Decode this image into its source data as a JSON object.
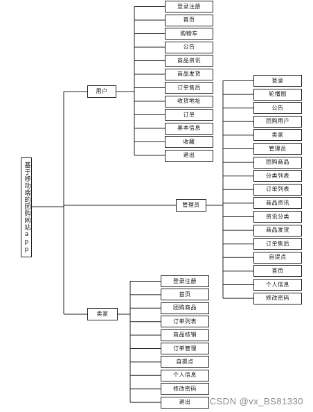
{
  "diagram": {
    "root_label": "基于移动端的团购网站app",
    "branches": [
      {
        "label": "用户",
        "items": [
          "登录注册",
          "首页",
          "购物车",
          "公告",
          "商品资讯",
          "商品发货",
          "订单售后",
          "收货地址",
          "订单",
          "基本信息",
          "收藏",
          "退出"
        ]
      },
      {
        "label": "管理员",
        "items": [
          "登录",
          "轮播图",
          "公告",
          "团购用户",
          "卖家",
          "管理员",
          "团购商品",
          "分类列表",
          "订单列表",
          "商品资讯",
          "资讯分类",
          "商品发货",
          "订单售后",
          "自提点",
          "首页",
          "个人信息",
          "修改密码"
        ]
      },
      {
        "label": "卖家",
        "items": [
          "登录注册",
          "首页",
          "团购商品",
          "订单列表",
          "商品核销",
          "订单管理",
          "自提点",
          "个人信息",
          "修改密码",
          "退出"
        ]
      }
    ]
  },
  "watermark": "CSDN @vx_BS81330"
}
